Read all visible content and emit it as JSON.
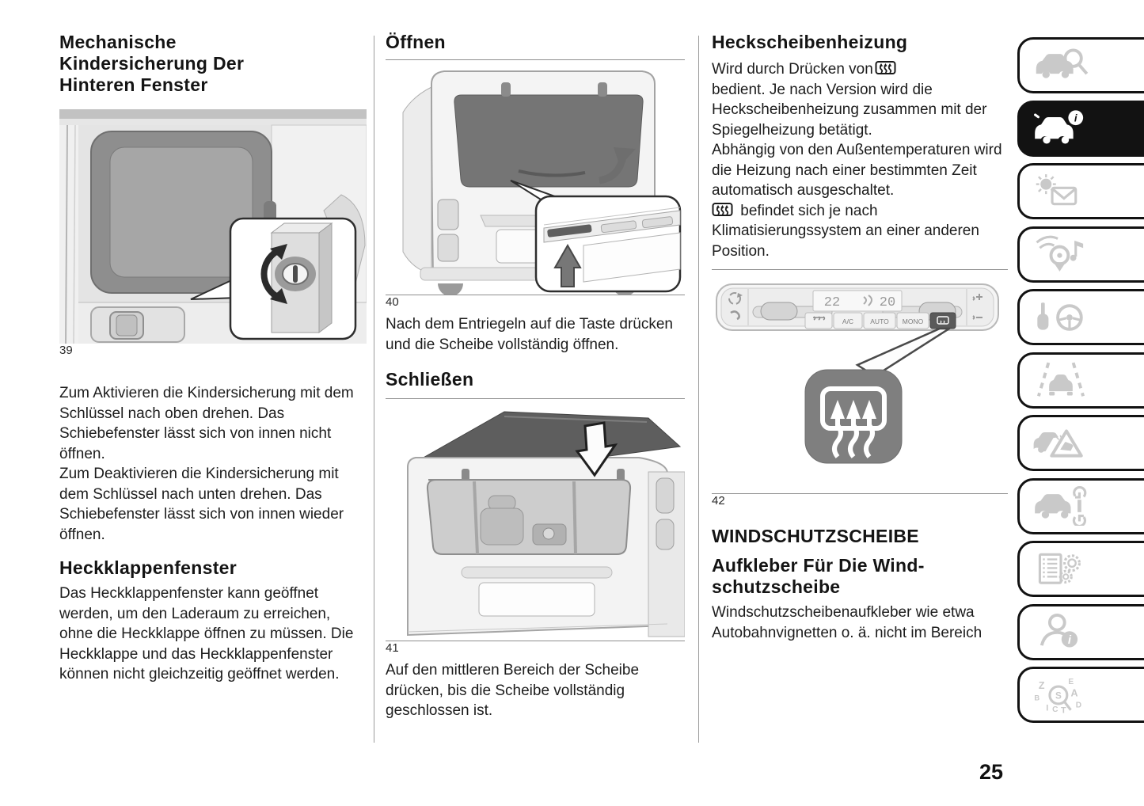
{
  "page": {
    "number": "25"
  },
  "left_column": {
    "heading_lines": [
      "Mechanische",
      "Kindersicherung Der",
      "Hinteren Fenster"
    ],
    "figure39_caption": "39",
    "para1": "Zum Aktivieren die Kindersicherung mit dem Schlüssel nach oben drehen. Das Schiebefenster lässt sich von innen nicht öffnen.",
    "para2": "Zum Deaktivieren die Kindersicherung mit dem Schlüssel nach unten drehen. Das Schiebefenster lässt sich von innen wieder öffnen.",
    "subheading": "Heckklappenfenster",
    "para3": "Das Heckklappenfenster kann geöffnet werden, um den Laderaum zu erreichen, ohne die Heckklappe öffnen zu müssen. Die Heckklappe und das Heckklappenfenster können nicht gleichzeitig geöffnet werden."
  },
  "middle_column": {
    "heading_open": "Öffnen",
    "figure40_caption": "40",
    "para_open": "Nach dem Entriegeln auf die Taste drücken und die Scheibe vollständig öffnen.",
    "heading_close": "Schließen",
    "figure41_caption": "41",
    "para_close": "Auf den mittleren Bereich der Scheibe drücken, bis die Scheibe vollständig geschlossen ist."
  },
  "right_column": {
    "heading": "Heckscheibenheizung",
    "para1_before_icon": "Wird durch Drücken von",
    "para1_rest": "bedient. Je nach Version wird die Heckscheibenheizung zusammen mit der Spiegelheizung betätigt.",
    "para2": "Abhängig von den Außentemperaturen wird die Heizung nach einer bestimmten Zeit automatisch ausgeschaltet.",
    "para3_after_icon": "befindet sich je nach Klimatisierungssystem an einer anderen Position.",
    "figure42_caption": "42",
    "panel": {
      "temp_left": "22",
      "temp_right": "20",
      "btn_ac": "A/C",
      "btn_auto": "AUTO",
      "btn_mono": "MONO",
      "fan_plus": "+",
      "fan_minus": "−"
    },
    "section2_heading": "WINDSCHUTZSCHEIBE",
    "section2_sub_lines": [
      "Aufkleber Für Die Wind-",
      "schutzscheibe"
    ],
    "section2_para": "Windschutzscheibenaufkleber wie etwa Autobahnvignetten o. ä. nicht im Bereich"
  },
  "sidebar": {
    "index_letters": [
      "Z",
      "E",
      "B",
      "A",
      "I",
      "C",
      "T",
      "D",
      "S"
    ],
    "tabs": [
      {
        "name": "knowing-the-vehicle",
        "icon": "car-search-icon",
        "active": false
      },
      {
        "name": "vehicle-information",
        "icon": "car-info-icon",
        "active": true
      },
      {
        "name": "warning-lights-messages",
        "icon": "sun-envelope-icon",
        "active": false
      },
      {
        "name": "multimedia-navigation",
        "icon": "wifi-pin-music-icon",
        "active": false
      },
      {
        "name": "starting-and-driving",
        "icon": "key-steering-icon",
        "active": false
      },
      {
        "name": "driver-assistance",
        "icon": "lane-assist-car-icon",
        "active": false
      },
      {
        "name": "in-emergency",
        "icon": "car-warning-triangle-icon",
        "active": false
      },
      {
        "name": "servicing-and-maintenance",
        "icon": "car-wrench-icon",
        "active": false
      },
      {
        "name": "technical-data",
        "icon": "list-gears-icon",
        "active": false
      },
      {
        "name": "customer-information",
        "icon": "person-info-icon",
        "active": false
      },
      {
        "name": "alphabetical-index",
        "icon": "index-magnifier-icon",
        "active": false
      }
    ]
  },
  "icons": {
    "rear_defrost": "rear-window-defrost-icon"
  }
}
